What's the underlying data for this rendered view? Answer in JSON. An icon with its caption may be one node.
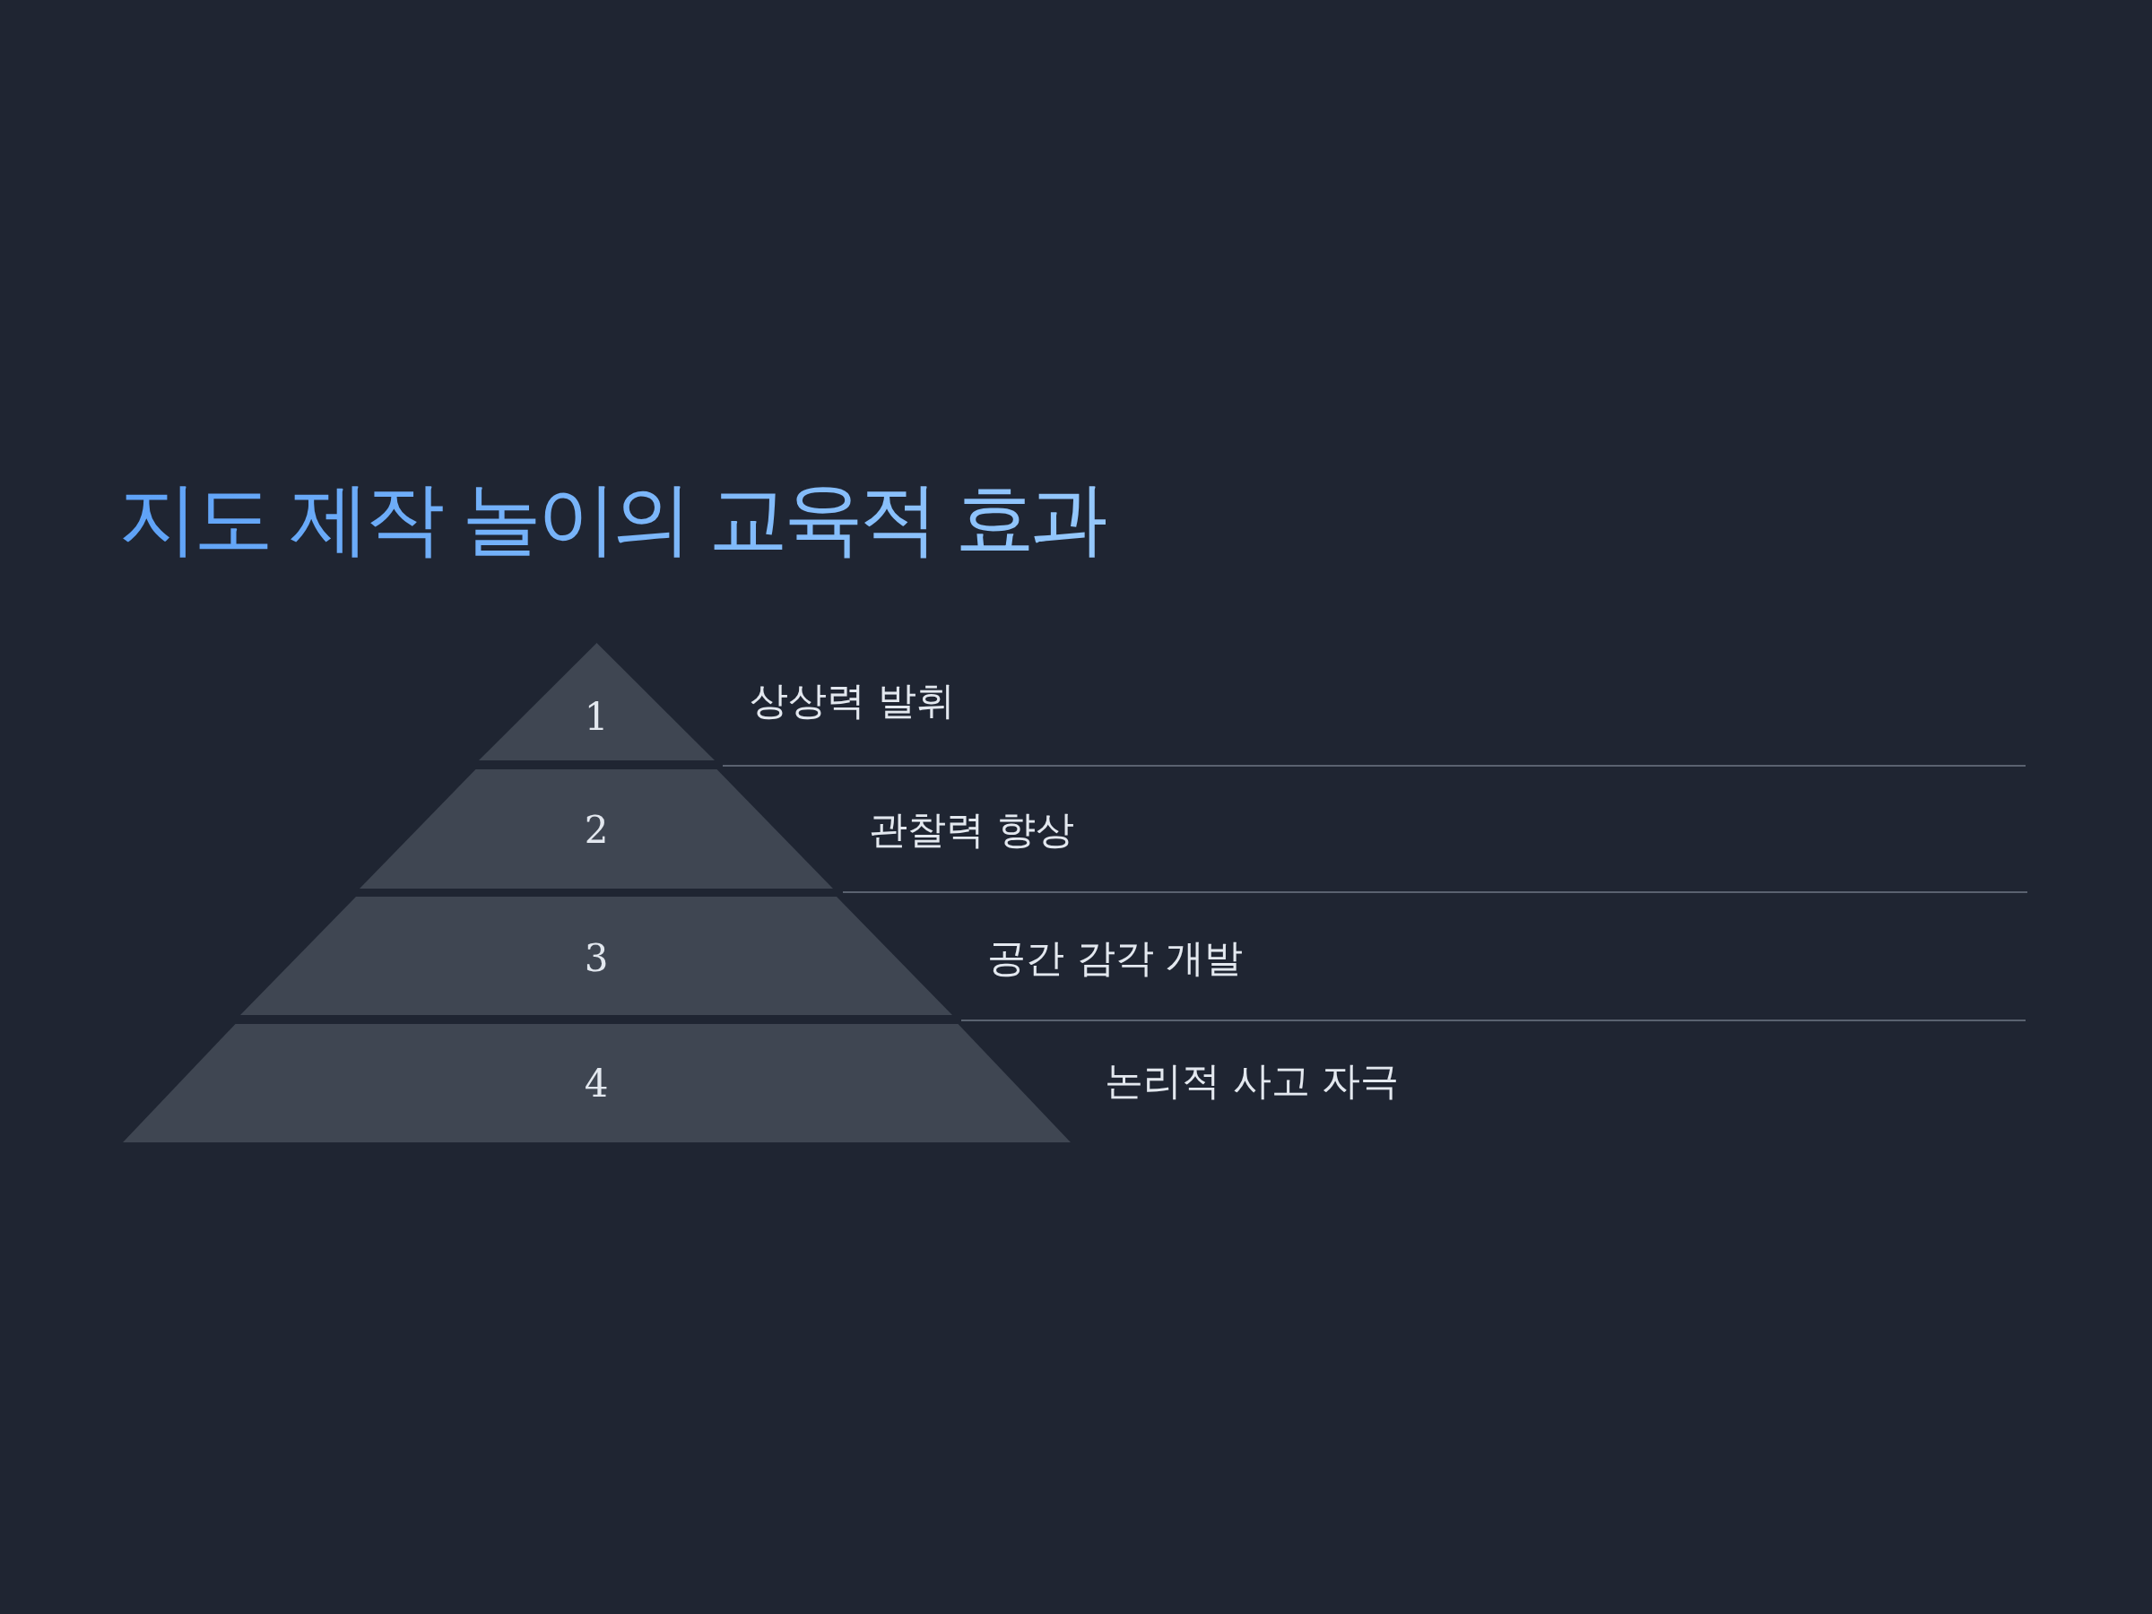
{
  "diagram": {
    "title": "지도 제작 놀이의 교육적 효과",
    "nodes": [
      {
        "text": [
          "1"
        ],
        "beside": [
          "상상력 발휘"
        ]
      },
      {
        "text": [
          "2"
        ],
        "beside": [
          "관찰력 향상"
        ]
      },
      {
        "text": [
          "3"
        ],
        "beside": [
          "공간 감각 개발"
        ]
      },
      {
        "text": [
          "4"
        ],
        "beside": [
          "논리적 사고 자극"
        ]
      }
    ]
  }
}
